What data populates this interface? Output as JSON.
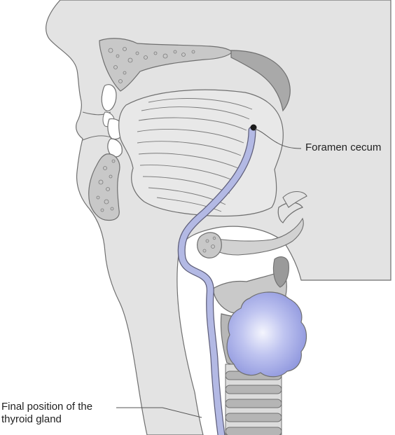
{
  "labels": {
    "foramen_cecum": "Foramen cecum",
    "thyroid_line1": "Final position of the",
    "thyroid_line2": "thyroid gland"
  },
  "colors": {
    "tissue": "#e3e3e3",
    "outline": "#6f6f6f",
    "bone": "#c8c8c8",
    "cartilage": "#a9a9a9",
    "duct": "#aeb4e0",
    "gland": "#9fa6e6",
    "label_line": "#555555"
  }
}
